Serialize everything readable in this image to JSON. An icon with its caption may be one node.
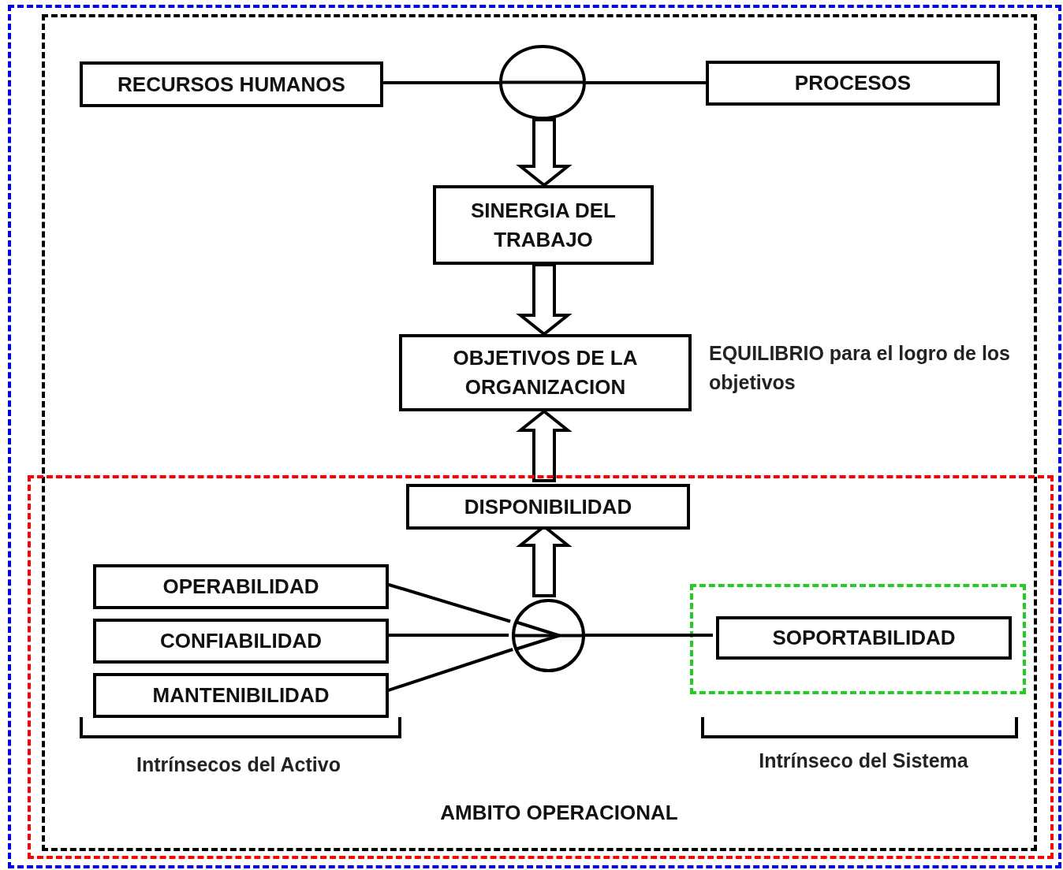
{
  "diagram": {
    "nodes": [
      {
        "text": [
          "RECURSOS HUMANOS"
        ]
      },
      {
        "text": [],
        "shape": "circle"
      },
      {
        "text": [
          "PROCESOS"
        ]
      },
      {
        "text": [
          "SINERGIA DEL TRABAJO"
        ]
      },
      {
        "text": [
          "OBJETIVOS DE LA ORGANIZACION"
        ],
        "beside": [
          "EQUILIBRIO para el logro de los objetivos"
        ]
      },
      {
        "text": [
          "AMBITO OPERACIONAL"
        ]
      },
      {
        "text": [
          "DISPONIBILIDAD"
        ],
        "in": 5
      },
      {
        "text": [
          "OPERABILIDAD"
        ],
        "in": 5
      },
      {
        "text": [
          "CONFIABILIDAD"
        ],
        "in": 5
      },
      {
        "text": [
          "MANTENIBILIDAD"
        ],
        "in": 5
      },
      {
        "text": [],
        "shape": "circle",
        "in": 5
      },
      {
        "text": [
          "SOPORTABILIDAD"
        ],
        "in": 5
      }
    ],
    "edges": [
      {
        "from": 0,
        "to": 1,
        "arrow": "none"
      },
      {
        "from": 1,
        "to": 2,
        "arrow": "none"
      },
      {
        "from": 1,
        "to": 3,
        "arrow": "to",
        "style": "thick"
      },
      {
        "from": 3,
        "to": 4,
        "arrow": "to",
        "style": "thick"
      },
      {
        "from": 6,
        "to": 4,
        "arrow": "to",
        "style": "thick"
      },
      {
        "from": 10,
        "to": 6,
        "arrow": "to",
        "style": "thick"
      },
      {
        "from": 7,
        "to": 10,
        "arrow": "none"
      },
      {
        "from": 8,
        "to": 10,
        "arrow": "none"
      },
      {
        "from": 9,
        "to": 10,
        "arrow": "none"
      },
      {
        "from": 10,
        "to": 11,
        "arrow": "none"
      }
    ],
    "labels": [
      "Intrínsecos del Activo",
      "Intrínseco del Sistema"
    ]
  }
}
